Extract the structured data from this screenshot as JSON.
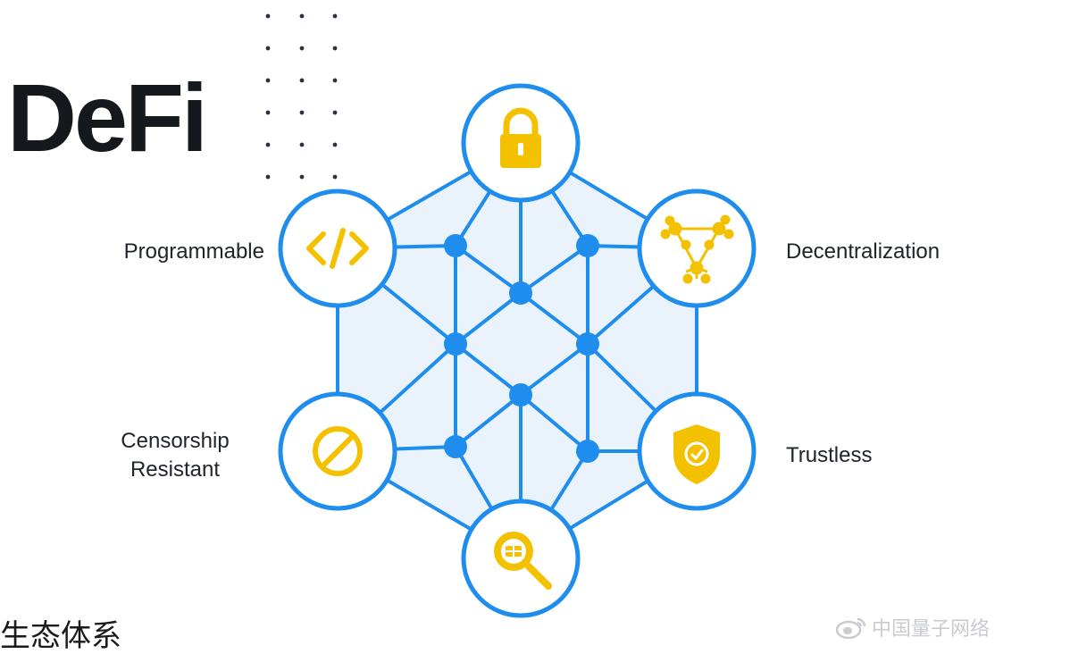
{
  "title": "DeFi",
  "labels": {
    "programmable": "Programmable",
    "decentralization": "Decentralization",
    "censorship_line1": "Censorship",
    "censorship_line2": "Resistant",
    "trustless": "Trustless"
  },
  "bottom_text": "生态体系",
  "watermark": "中国量子网络",
  "colors": {
    "blue": "#1e8ded",
    "gold": "#f4c100",
    "fill_light": "#eaf3fb",
    "dots": "#2a3340"
  },
  "icons": {
    "top": "lock-icon",
    "upper_left": "code-icon",
    "upper_right": "network-tree-icon",
    "lower_left": "prohibited-icon",
    "lower_right": "shield-icon",
    "bottom": "magnifier-icon"
  }
}
